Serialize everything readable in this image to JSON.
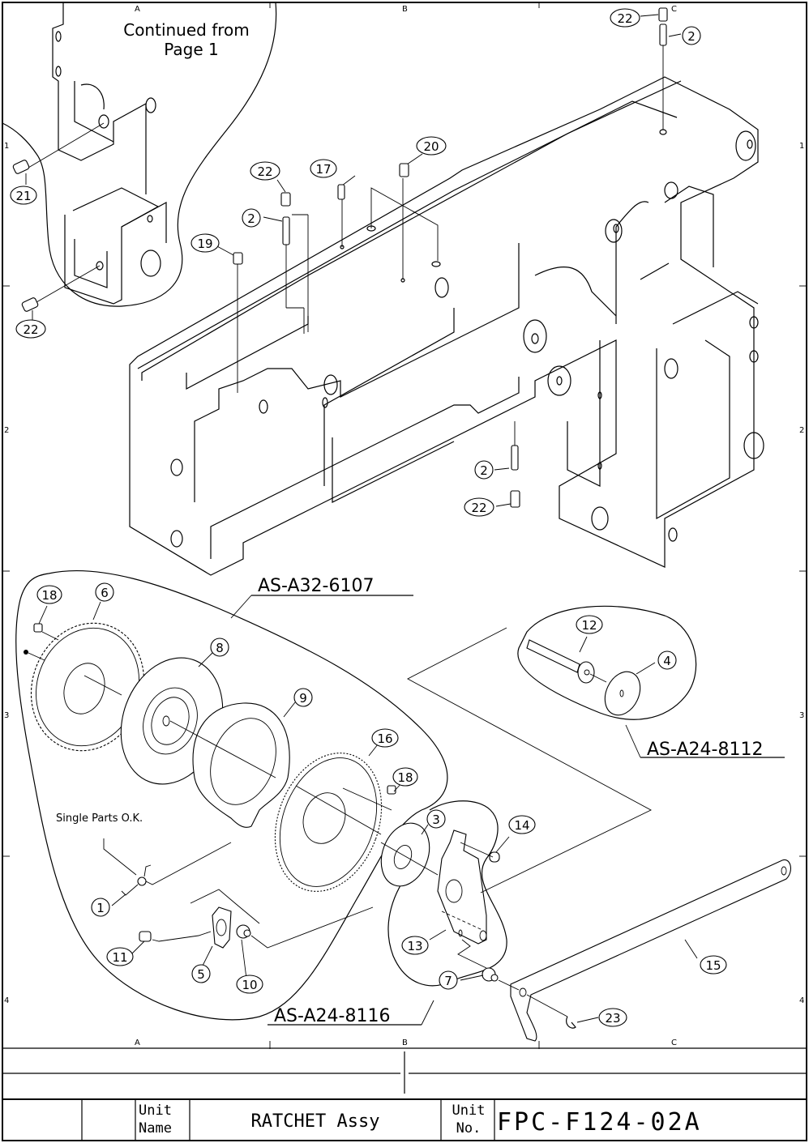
{
  "drawing": {
    "note_continued": [
      "Continued from",
      "Page 1"
    ],
    "note_single_parts": "Single Parts O.K.",
    "zone_columns": [
      "A",
      "B",
      "C"
    ],
    "zone_rows": [
      "1",
      "2",
      "3",
      "4"
    ],
    "assemblies": [
      {
        "id": "AS-A32-6107"
      },
      {
        "id": "AS-A24-8112"
      },
      {
        "id": "AS-A24-8116"
      }
    ],
    "balloons": {
      "b22a": "22",
      "b2a": "2",
      "b21": "21",
      "b22b": "22",
      "b22c": "22",
      "b2b": "2",
      "b17": "17",
      "b20": "20",
      "b19": "19",
      "b2c": "2",
      "b22d": "22",
      "b18a": "18",
      "b6": "6",
      "b8": "8",
      "b9": "9",
      "b16": "16",
      "b18b": "18",
      "b3": "3",
      "b1": "1",
      "b11": "11",
      "b5": "5",
      "b10": "10",
      "b12": "12",
      "b4": "4",
      "b14": "14",
      "b13": "13",
      "b7": "7",
      "b15": "15",
      "b23": "23"
    }
  },
  "title_block": {
    "unit_name_label": [
      "Unit",
      "Name"
    ],
    "unit_name": "RATCHET Assy",
    "unit_no_label": [
      "Unit",
      "No."
    ],
    "unit_no": "FPC-F124-02A"
  }
}
